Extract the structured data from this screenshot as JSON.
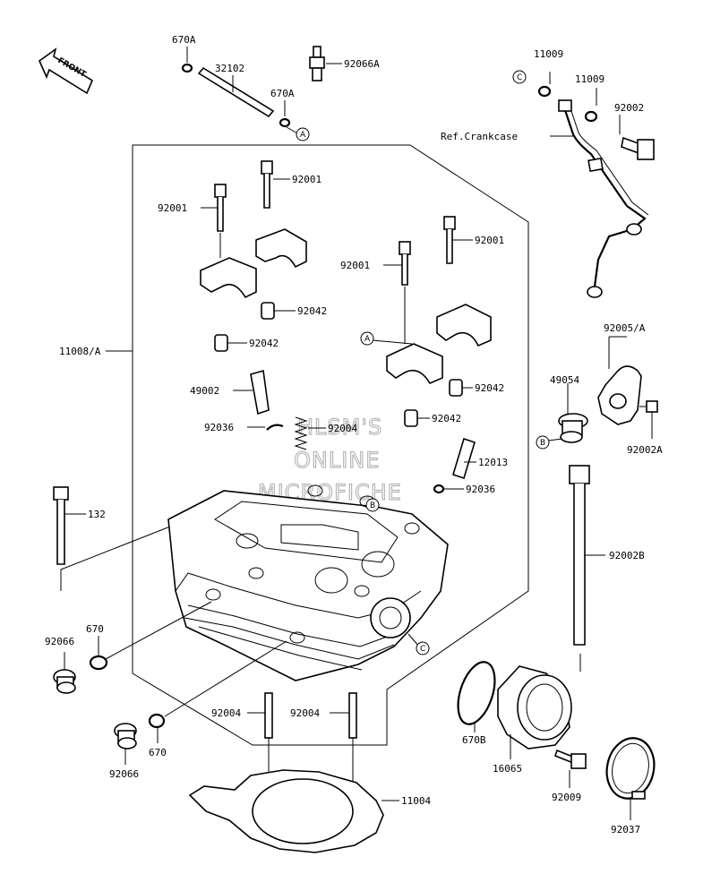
{
  "front_label": "FRONT",
  "watermark": [
    "HLSM'S",
    "ONLINE",
    "MICROFICHE"
  ],
  "callouts": {
    "c": "C",
    "a": "A",
    "b": "B"
  },
  "labels": {
    "p670a_top": "670A",
    "p32102": "32102",
    "p92066a": "92066A",
    "p670a_mid": "670A",
    "p11009_a": "11009",
    "p11009_b": "11009",
    "p92002": "92002",
    "ref_crankcase": "Ref.Crankcase",
    "p92001_a": "92001",
    "p92001_b": "92001",
    "p92001_c": "92001",
    "p92001_d": "92001",
    "p92042_a": "92042",
    "p92042_b": "92042",
    "p92042_c": "92042",
    "p92042_d": "92042",
    "p11008a": "11008/A",
    "p49002": "49002",
    "p92036_a": "92036",
    "p92004_top": "92004",
    "p12013": "12013",
    "p92036_b": "92036",
    "p92005a": "92005/A",
    "p49054": "49054",
    "p92002a": "92002A",
    "p132": "132",
    "p92002b": "92002B",
    "p670": "670",
    "p92066_a": "92066",
    "p92004_l": "92004",
    "p92004_r": "92004",
    "p670_b": "670",
    "p92066_b": "92066",
    "p670b": "670B",
    "p16065": "16065",
    "p92009": "92009",
    "p11004": "11004",
    "p92037": "92037"
  }
}
